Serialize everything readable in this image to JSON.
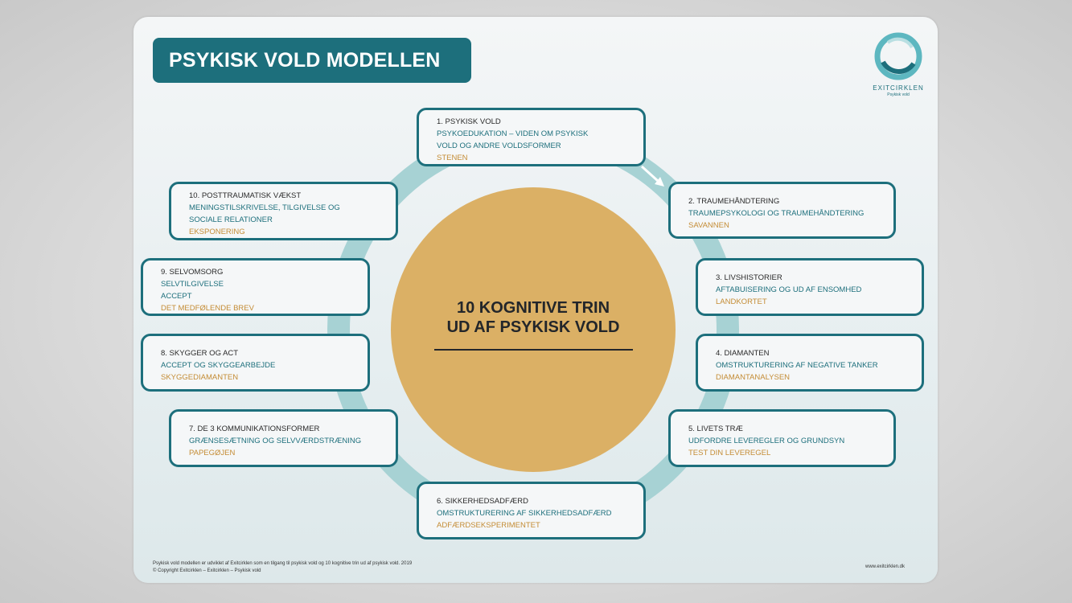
{
  "title": "PSYKISK VOLD MODELLEN",
  "logo": {
    "name": "EXITCIRKLEN",
    "tagline": "Psykisk vold",
    "colors": {
      "outer": "#5db7c0",
      "inner": "#1d6f7c",
      "accent": "#b9dfe2"
    }
  },
  "center": {
    "line1": "10 KOGNITIVE TRIN",
    "line2": "UD AF PSYKISK VOLD"
  },
  "steps": [
    {
      "heading": "1. PSYKISK VOLD",
      "description": [
        "PSYKOEDUKATION – VIDEN OM PSYKISK",
        "VOLD OG ANDRE VOLDSFORMER"
      ],
      "tool": "STENEN"
    },
    {
      "heading": "2. TRAUMEHÅNDTERING",
      "description": [
        "TRAUMEPSYKOLOGI OG TRAUMEHÅNDTERING"
      ],
      "tool": "SAVANNEN"
    },
    {
      "heading": "3. LIVSHISTORIER",
      "description": [
        "AFTABUISERING OG UD AF ENSOMHED"
      ],
      "tool": "LANDKORTET"
    },
    {
      "heading": "4. DIAMANTEN",
      "description": [
        "OMSTRUKTURERING AF NEGATIVE TANKER"
      ],
      "tool": "DIAMANTANALYSEN"
    },
    {
      "heading": "5. LIVETS TRÆ",
      "description": [
        "UDFORDRE LEVEREGLER OG GRUNDSYN"
      ],
      "tool": "TEST DIN LEVEREGEL"
    },
    {
      "heading": "6. SIKKERHEDSADFÆRD",
      "description": [
        "OMSTRUKTURERING AF SIKKERHEDSADFÆRD"
      ],
      "tool": "ADFÆRDSEKSPERIMENTET"
    },
    {
      "heading": "7. DE 3 KOMMUNIKATIONSFORMER",
      "description": [
        "GRÆNSESÆTNING OG SELVVÆRDSTRÆNING"
      ],
      "tool": "PAPEGØJEN"
    },
    {
      "heading": "8. SKYGGER OG ACT",
      "description": [
        "ACCEPT OG SKYGGEARBEJDE"
      ],
      "tool": "SKYGGEDIAMANTEN"
    },
    {
      "heading": "9. SELVOMSORG",
      "description": [
        "SELVTILGIVELSE",
        "ACCEPT"
      ],
      "tool": "DET MEDFØLENDE BREV"
    },
    {
      "heading": "10. POSTTRAUMATISK VÆKST",
      "description": [
        "MENINGSTILSKRIVELSE, TILGIVELSE OG",
        "SOCIALE RELATIONER"
      ],
      "tool": "EKSPONERING"
    }
  ],
  "footer": {
    "line1": "Psykisk vold modellen er udviklet af Exitcirklen som en tilgang til psykisk vold og 10 kognitive trin ud af psykisk vold. 2019",
    "line2": "© Copyright Exitcirklen – Exitcirklen – Psykisk vold",
    "url": "www.exitcirklen.dk"
  },
  "colors": {
    "teal": "#1d6f7c",
    "ring": "#a7d2d4",
    "center": "#dbb065",
    "tool_text": "#c48c35"
  }
}
